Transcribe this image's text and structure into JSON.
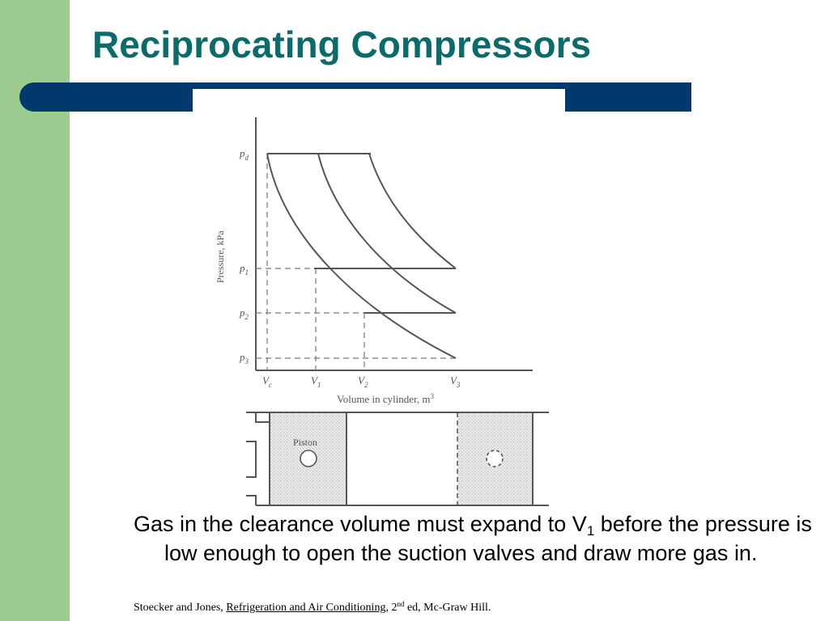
{
  "slide": {
    "title": "Reciprocating Compressors",
    "colors": {
      "left_band": "#9ccc8f",
      "title_text": "#0b6a6a",
      "title_bar": "#003a6c"
    }
  },
  "diagram": {
    "axes": {
      "ylabel": "Pressure, kPa",
      "xlabel": "Volume in cylinder, m",
      "xlabel_sup": "3"
    },
    "pressure_ticks": [
      {
        "main": "p",
        "sub": "d"
      },
      {
        "main": "p",
        "sub": "1"
      },
      {
        "main": "p",
        "sub": "2"
      },
      {
        "main": "p",
        "sub": "3"
      }
    ],
    "volume_ticks": [
      {
        "main": "V",
        "sub": "c"
      },
      {
        "main": "V",
        "sub": "1"
      },
      {
        "main": "V",
        "sub": "2"
      },
      {
        "main": "V",
        "sub": "3"
      }
    ],
    "piston_label": "Piston"
  },
  "caption": {
    "text_before": "Gas in the clearance volume must expand to V",
    "subscript": "1",
    "text_after": " before the pressure is low enough to open the suction valves and draw more gas in."
  },
  "citation": {
    "authors": "Stoecker and Jones, ",
    "book": "Refrigeration and Air Conditioning",
    "edition_number": ", 2",
    "edition_sup": "nd",
    "rest": " ed, Mc-Graw Hill."
  }
}
